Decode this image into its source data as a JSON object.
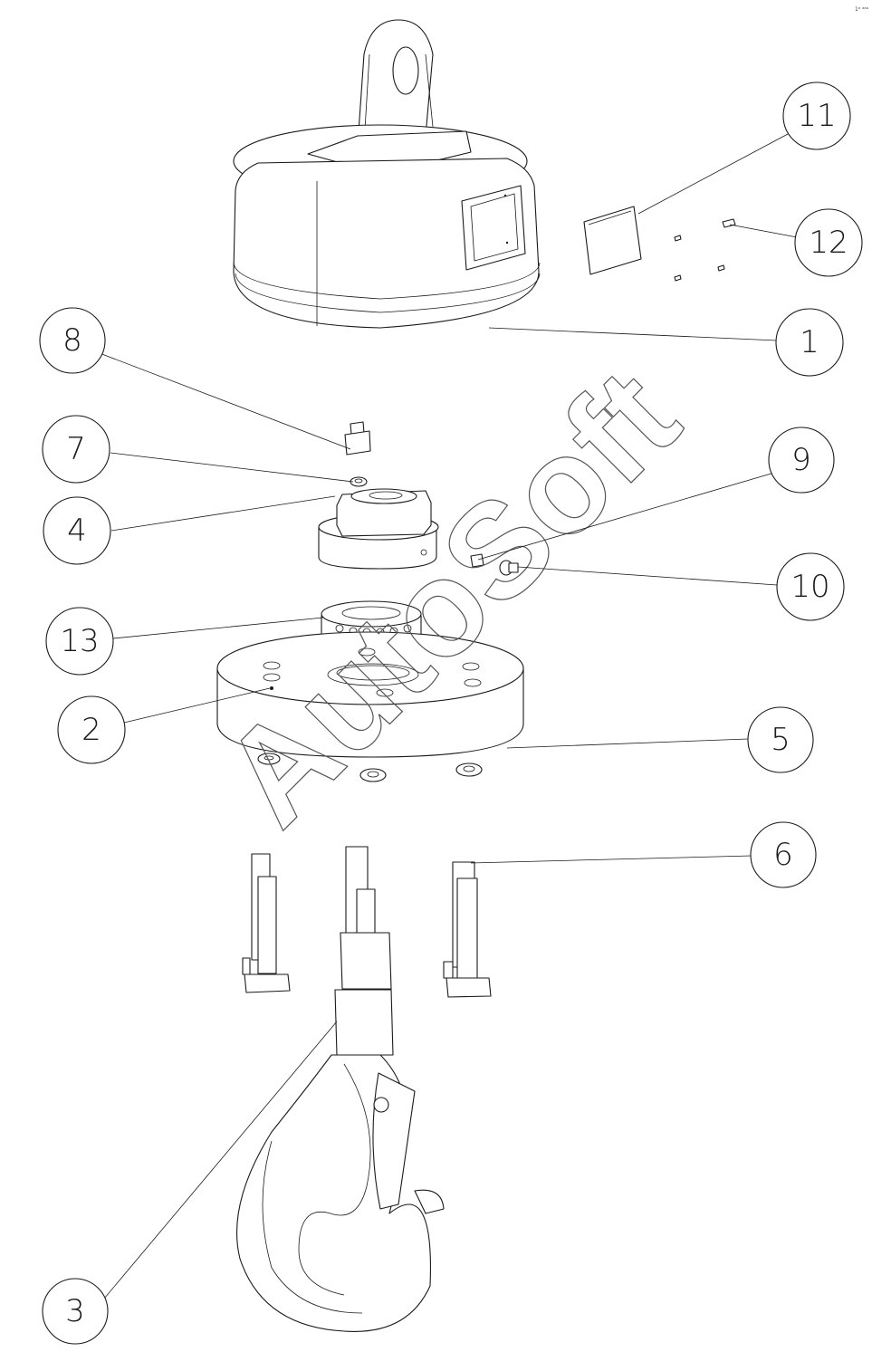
{
  "watermark": "AutoSoft",
  "corner_mark": "1ᵃ ᵃᵃᵃ",
  "balloons": [
    {
      "label": "11"
    },
    {
      "label": "12"
    },
    {
      "label": "1"
    },
    {
      "label": "8"
    },
    {
      "label": "7"
    },
    {
      "label": "4"
    },
    {
      "label": "9"
    },
    {
      "label": "10"
    },
    {
      "label": "13"
    },
    {
      "label": "2"
    },
    {
      "label": "5"
    },
    {
      "label": "6"
    },
    {
      "label": "3"
    }
  ]
}
